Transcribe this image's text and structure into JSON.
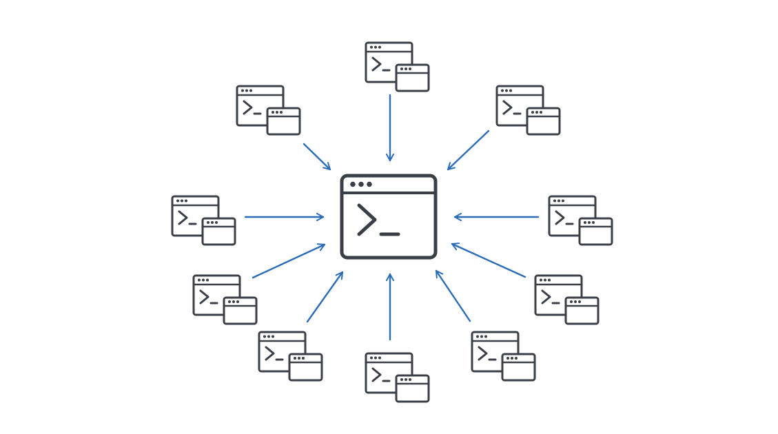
{
  "diagram": {
    "type": "hub-and-spoke",
    "hub": {
      "icon": "terminal-window-icon"
    },
    "spokes": [
      {
        "icon": "terminal-windows-icon",
        "direction": "into-hub"
      },
      {
        "icon": "terminal-windows-icon",
        "direction": "into-hub"
      },
      {
        "icon": "terminal-windows-icon",
        "direction": "into-hub"
      },
      {
        "icon": "terminal-windows-icon",
        "direction": "into-hub"
      },
      {
        "icon": "terminal-windows-icon",
        "direction": "into-hub"
      },
      {
        "icon": "terminal-windows-icon",
        "direction": "into-hub"
      },
      {
        "icon": "terminal-windows-icon",
        "direction": "into-hub"
      },
      {
        "icon": "terminal-windows-icon",
        "direction": "into-hub"
      },
      {
        "icon": "terminal-windows-icon",
        "direction": "into-hub"
      },
      {
        "icon": "terminal-windows-icon",
        "direction": "into-hub"
      }
    ]
  },
  "colors": {
    "icon_stroke": "#3a3f47",
    "arrow": "#2b6cb8",
    "background": "#ffffff"
  }
}
